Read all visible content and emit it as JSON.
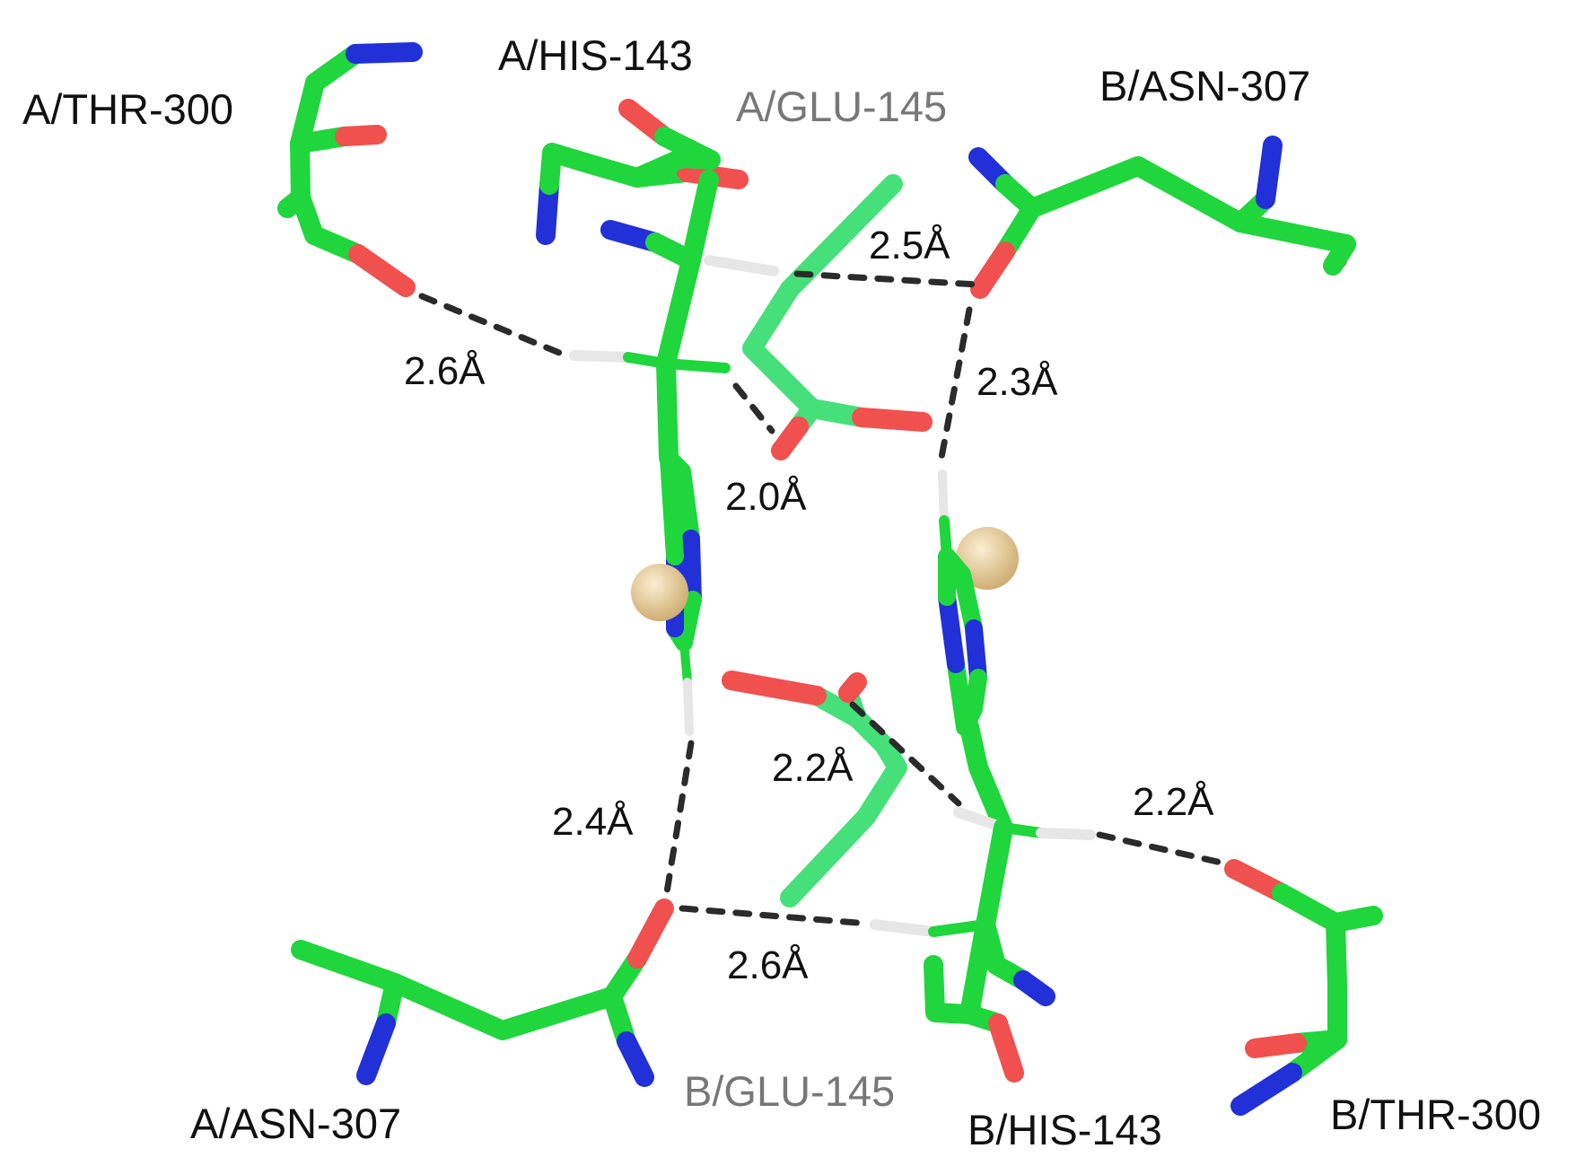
{
  "colors": {
    "carbon": "#1fd63c",
    "carbon_light": "#45e07a",
    "oxygen": "#f0504e",
    "nitrogen": "#2230d8",
    "hydrogen": "#e6e6e6",
    "metal_ion": "#e7cfa0",
    "hbond": "#2b2b2b",
    "label_black": "#111111",
    "label_gray": "#777777"
  },
  "residues": {
    "a_thr300": "A/THR-300",
    "a_his143": "A/HIS-143",
    "a_glu145": "A/GLU-145",
    "b_asn307": "B/ASN-307",
    "a_asn307": "A/ASN-307",
    "b_glu145": "B/GLU-145",
    "b_his143": "B/HIS-143",
    "b_thr300": "B/THR-300"
  },
  "distances": {
    "d1": "2.5Å",
    "d2": "2.6Å",
    "d3": "2.3Å",
    "d4": "2.0Å",
    "d5": "2.2Å",
    "d6": "2.4Å",
    "d7": "2.2Å",
    "d8": "2.6Å"
  }
}
